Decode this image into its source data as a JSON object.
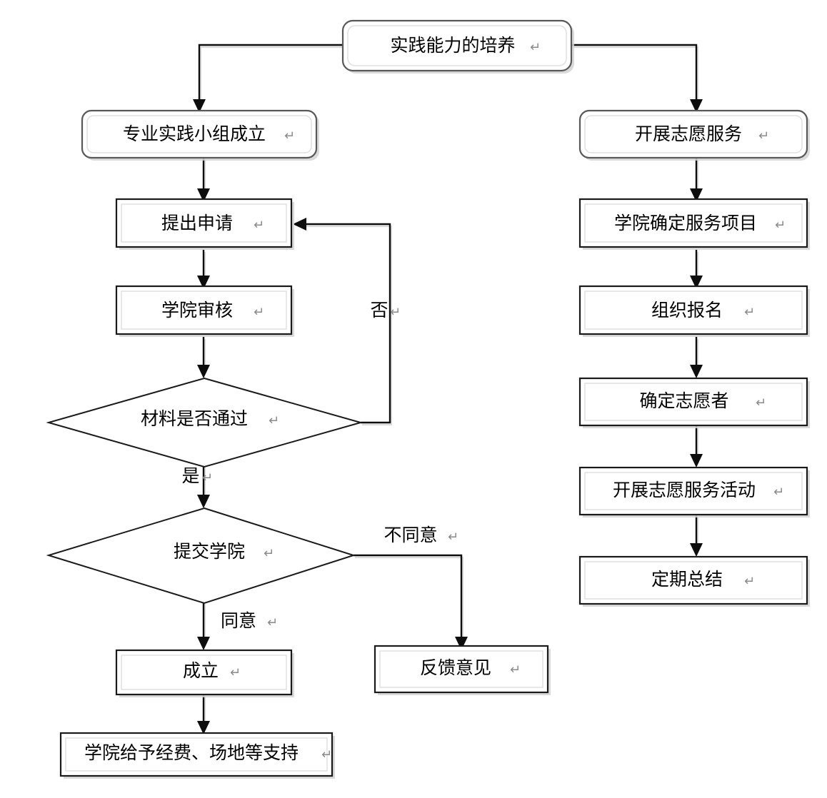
{
  "diagram": {
    "title": "实践能力的培养",
    "type": "flowchart",
    "orientation": "top-down, two parallel branches",
    "background_color": "#ffffff",
    "line_color": "#0d0d0d",
    "text_color": "#000000",
    "paragraph_mark": "↵"
  },
  "nodes": {
    "root": {
      "id": "root",
      "label": "实践能力的培养",
      "shape": "rounded-rect-shadow"
    },
    "left": [
      {
        "id": "l1",
        "label": "专业实践小组成立",
        "shape": "rounded-rect-shadow"
      },
      {
        "id": "l2",
        "label": "提出申请",
        "shape": "rect"
      },
      {
        "id": "l3",
        "label": "学院审核",
        "shape": "rect"
      },
      {
        "id": "l4",
        "label": "材料是否通过",
        "shape": "diamond"
      },
      {
        "id": "l5",
        "label": "提交学院",
        "shape": "diamond"
      },
      {
        "id": "l6",
        "label": "成立",
        "shape": "rect"
      },
      {
        "id": "l7",
        "label": "学院给予经费、场地等支持",
        "shape": "rect"
      },
      {
        "id": "l8",
        "label": "反馈意见",
        "shape": "rect"
      }
    ],
    "right": [
      {
        "id": "r1",
        "label": "开展志愿服务",
        "shape": "rounded-rect-shadow"
      },
      {
        "id": "r2",
        "label": "学院确定服务项目",
        "shape": "rect"
      },
      {
        "id": "r3",
        "label": "组织报名",
        "shape": "rect"
      },
      {
        "id": "r4",
        "label": "确定志愿者",
        "shape": "rect"
      },
      {
        "id": "r5",
        "label": "开展志愿服务活动",
        "shape": "rect"
      },
      {
        "id": "r6",
        "label": "定期总结",
        "shape": "rect"
      }
    ]
  },
  "edge_labels": {
    "no_material": "否",
    "yes_material": "是",
    "disagree": "不同意",
    "agree": "同意"
  },
  "edges": [
    {
      "from": "root",
      "to": "l1",
      "label": ""
    },
    {
      "from": "root",
      "to": "r1",
      "label": ""
    },
    {
      "from": "l1",
      "to": "l2",
      "label": ""
    },
    {
      "from": "l2",
      "to": "l3",
      "label": ""
    },
    {
      "from": "l3",
      "to": "l4",
      "label": ""
    },
    {
      "from": "l4",
      "to": "l2",
      "label": "否"
    },
    {
      "from": "l4",
      "to": "l5",
      "label": "是"
    },
    {
      "from": "l5",
      "to": "l6",
      "label": "同意"
    },
    {
      "from": "l5",
      "to": "l8",
      "label": "不同意"
    },
    {
      "from": "l6",
      "to": "l7",
      "label": ""
    },
    {
      "from": "r1",
      "to": "r2",
      "label": ""
    },
    {
      "from": "r2",
      "to": "r3",
      "label": ""
    },
    {
      "from": "r3",
      "to": "r4",
      "label": ""
    },
    {
      "from": "r4",
      "to": "r5",
      "label": ""
    },
    {
      "from": "r5",
      "to": "r6",
      "label": ""
    }
  ]
}
